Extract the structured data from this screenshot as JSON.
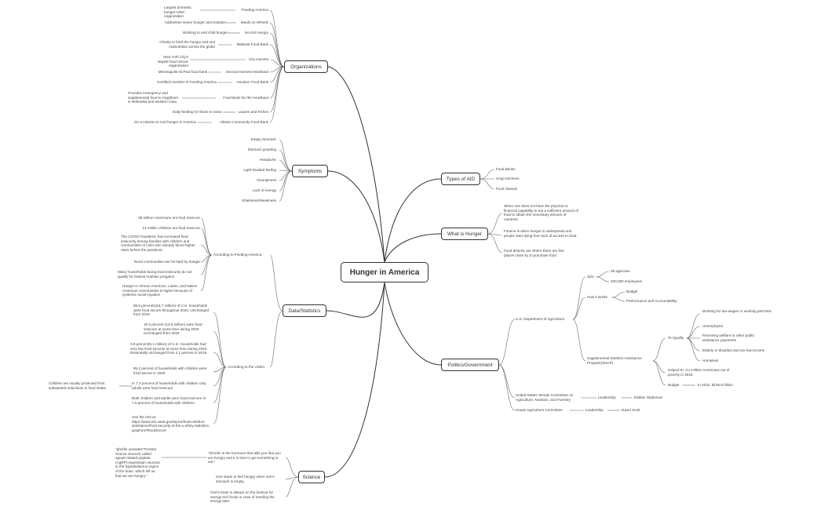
{
  "root": "Hunger in America",
  "branches": {
    "organizations": "Organizations",
    "symptoms": "Symptoms",
    "data_statistics": "Data/Statistics",
    "science": "Science",
    "types_of_aid": "Types of AID",
    "what_is_hunger": "What is Hunger",
    "politics": "Politics/Government"
  },
  "organizations": [
    {
      "name": "Feeding America",
      "desc": "Largest domestic hunger-relief organization"
    },
    {
      "name": "Meals on Wheels",
      "desc": "Addresses senior hunger and isolation"
    },
    {
      "name": "No Kid Hungry",
      "desc": "Working to end child hunger"
    },
    {
      "name": "Midwest Food Bank",
      "desc": "Charity to feed the hungry and end malnutrition across the globe"
    },
    {
      "name": "City Harvest",
      "desc": "New York City's largest food rescue organization"
    },
    {
      "name": "Second Harvest Heartland",
      "desc": "Minneapolis-St.Paul food bank"
    },
    {
      "name": "Houston Food Bank",
      "desc": "Certified member of Feeding America"
    },
    {
      "name": "Food Bank for the Heartland",
      "desc": "Provides emergency and supplemental food to neighbors in Nebraska and western Iowa"
    },
    {
      "name": "Loaves and Fishes",
      "desc": "Daily feeding for those in need"
    },
    {
      "name": "Atlanta Community Food Bank",
      "desc": "On a mission to end hunger in America"
    }
  ],
  "symptoms": [
    "Empty Stomach",
    "Stomach growling",
    "Headache",
    "Light-headed feeling",
    "Grumpiness",
    "Lack of energy",
    "Shakiness/Weakness"
  ],
  "data": {
    "feeding_america_label": "According to Feeding America",
    "feeding_america": [
      "38 million Americans are food insecure",
      "12 million children are food insecure",
      "The COVID Pandemic has increased food insecurity among families with children and communities of color who already faced higher rates before the pandemic",
      "Rural communities are hit hard by hunger",
      "Many households facing food insecurity do not qualify for federal nutrition progams",
      "Hunger in African American, Latino, and Native American communities is higher because of systemic racial injustice"
    ],
    "usda_label": "According to the USDA",
    "usda": [
      "89.5 percent(116.7 million) of U.S. households were food secure throughout 2020. Unchanged from 2019",
      "10.5 percent (13.8 million) were food insecure at some time during 2020. Unchanged from 2019",
      "3.9 percent(5.1 million) of U.S. Households had very low food security at some time during 2020. Essentially unchanged from 4.1 percent in 2019.",
      "85.2 percent of households with children were food secure in 2020.",
      "In 7.2 percent of households with children only adults were food insecure",
      "Both children and adults were food insecure in 7.6 percent of households with children.",
      "See the rest at: https://www.ers.usda.gov/topics/food-nutrition-assistance/food-security-in-the-u-s/key-statistics-graphics/#foodsecure"
    ],
    "usda_child_note": "Children are usually protected from substantial reductions in food intake"
  },
  "science": {
    "ghrelin": "\"Ghrelin is the hormone that tells you that you are hungry and it is time to get something to eat.\"",
    "ghrelin_detail": "\"ghrelin activates\"Frosted Source neurons called agouti-related peptide (AgRP)-expression neurons in the hypothalamus region of the brain, which tell us that we are hungry.\"",
    "stomach": "One starts to feel hungry when one's stomach is empty.",
    "brain": "One's brain is always on the lookout for energy-rich foods in case of needing the energy later."
  },
  "types_of_aid": [
    "Food Banks",
    "Soup Kitchens",
    "Food Stamps"
  ],
  "what_is_hunger": [
    "When one does not have the physical or financial capability to eat a sufficient amount of food to obtain the necessary amount of nutrients.",
    "Famine is when hunger is widespread and people start dying from lack of access to food.",
    "Food deserts are where there are few places close by to purchase food"
  ],
  "politics": {
    "usda": "U.S. Department of Agriculture",
    "size_label": "Size",
    "size_items": [
      "29 agencies",
      "100,000 employees"
    ],
    "how_label": "How it works",
    "how_items": [
      "Budget",
      "Performance and Accountability"
    ],
    "snap": "Supplemental Nutrition Assistance Program(SNAP)",
    "to_qualify": "To Qualify",
    "qualify_items": [
      "Working for low wages or working part-time",
      "Unemployed",
      "Recieving welfare or other public assistance payments",
      "Elderly or disabled and are low-income",
      "Homeless"
    ],
    "helped": "Helped 9+ 3.2 million Americans out of poverty in 2018.",
    "budget_label": "Budget",
    "budget_value": "In 2022, $105.8 billion",
    "senate": "United States Senate Committee on Agriculture, Nutrition, and Forestry",
    "senate_leadership": "Leadership",
    "senate_leader": "Debbie Stabenow",
    "house": "House Agriculture Committee",
    "house_leadership": "Leadership",
    "house_leader": "David Scott"
  }
}
